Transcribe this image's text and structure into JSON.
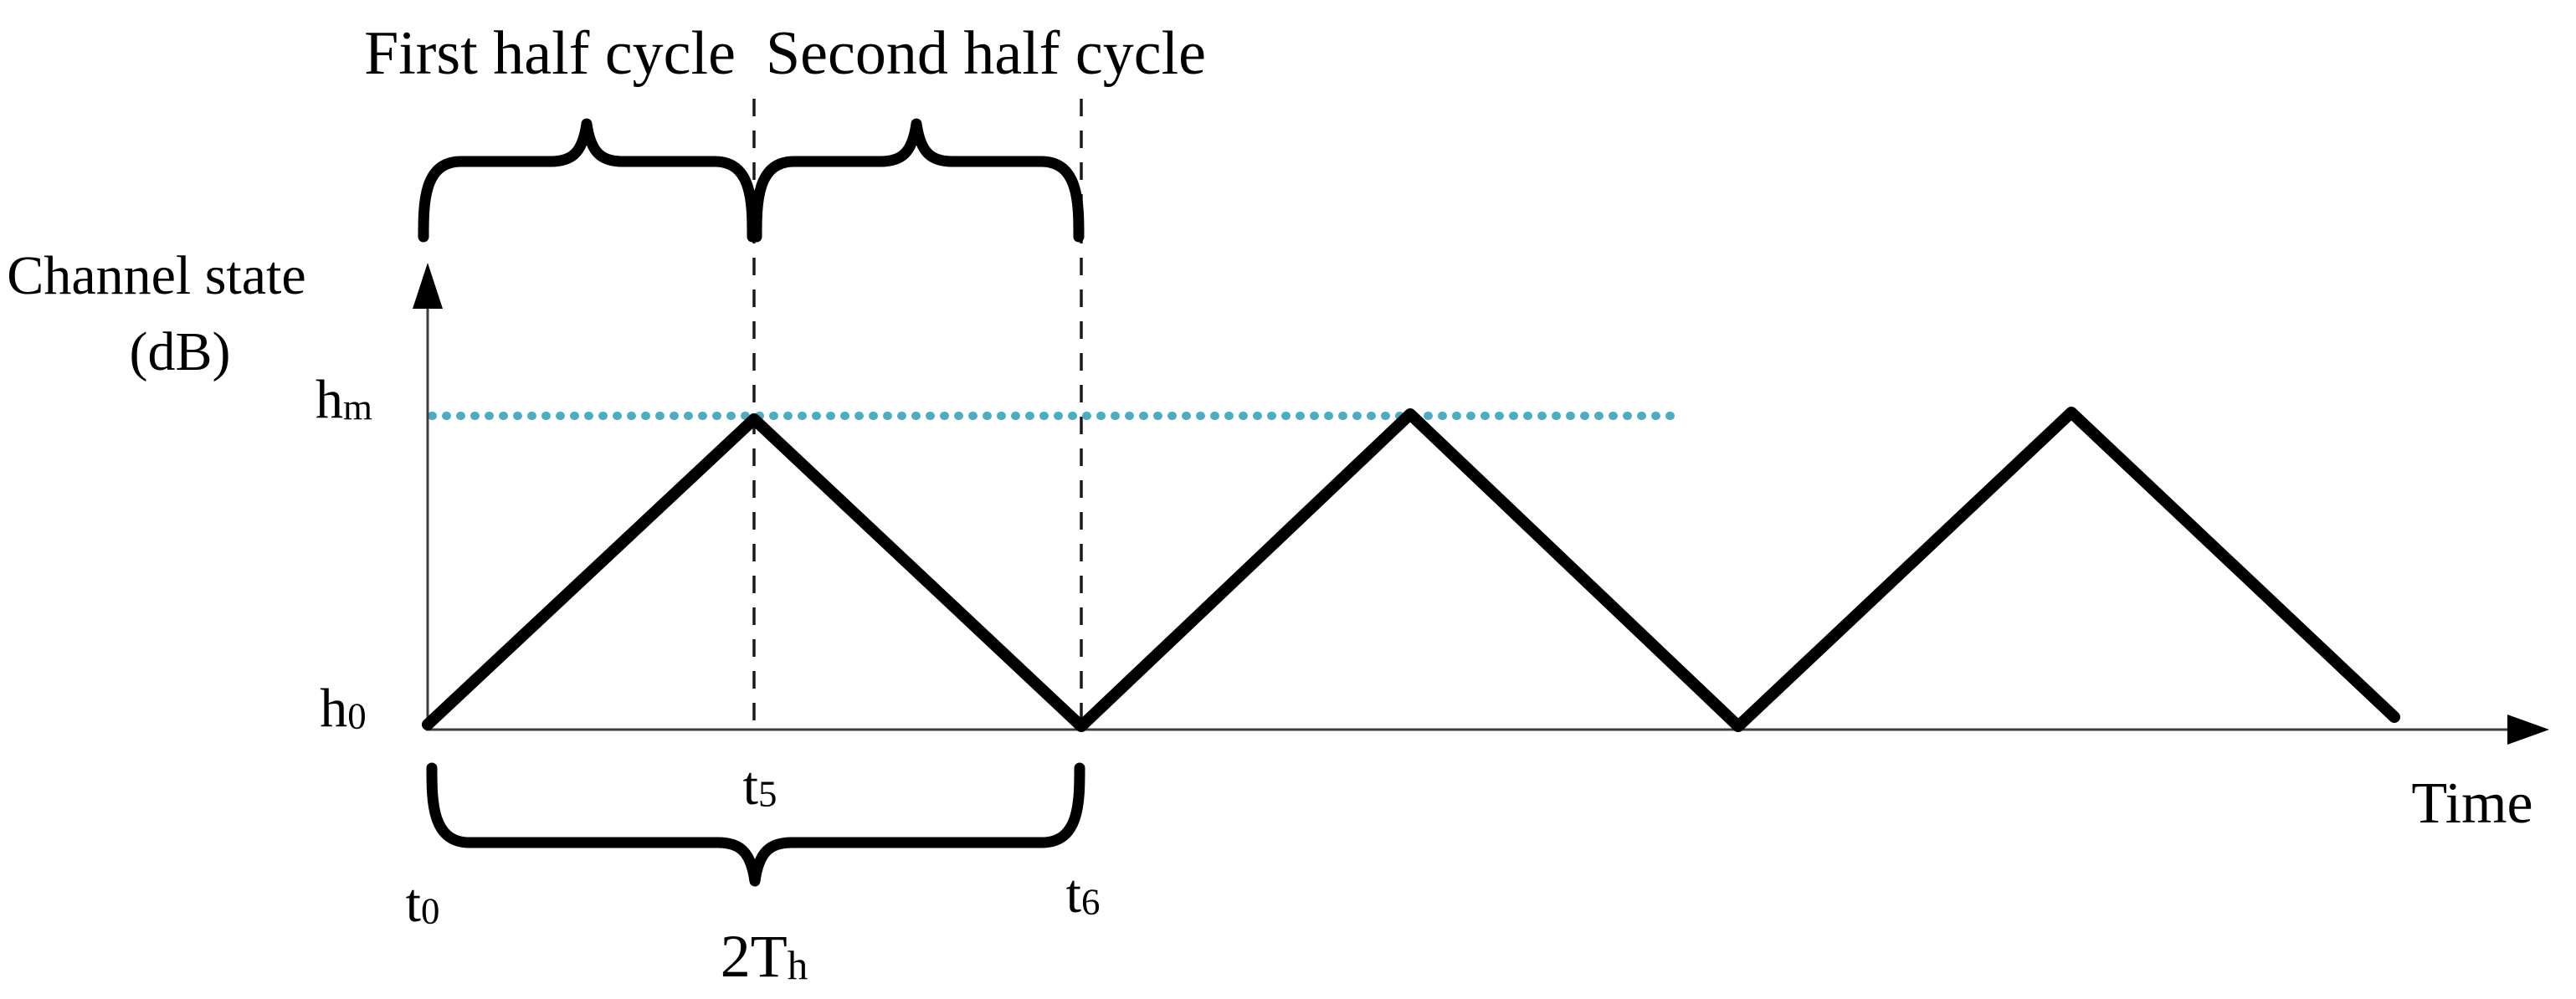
{
  "figure": {
    "annotations": {
      "first_half_cycle": "First half cycle",
      "second_half_cycle": "Second half cycle"
    },
    "y_axis": {
      "title_line1": "Channel state",
      "title_line2": "(dB)",
      "ticks": {
        "hm": {
          "base": "h",
          "sub": "m"
        },
        "h0": {
          "base": "h",
          "sub": "0"
        }
      }
    },
    "x_axis": {
      "title": "Time",
      "ticks": {
        "t0": {
          "base": "t",
          "sub": "0"
        },
        "t5": {
          "base": "t",
          "sub": "5"
        },
        "t6": {
          "base": "t",
          "sub": "6"
        }
      }
    },
    "period_label": {
      "base": "2T",
      "sub": "h"
    },
    "colors": {
      "wave": "#000000",
      "peak_guide_dotted": "#4BACC6",
      "axis": "#3d3d3d",
      "dashed_guide": "#1a1a1a",
      "text": "#000000",
      "background": "#ffffff"
    },
    "chart_data": {
      "type": "line",
      "title": "",
      "xlabel": "Time",
      "ylabel": "Channel state (dB)",
      "x_tick_labels": [
        "t0",
        "t5",
        "t6"
      ],
      "y_tick_labels": [
        "h0",
        "hm"
      ],
      "series": [
        {
          "name": "triangular channel-state wave",
          "x_half_cycle_units": [
            0,
            1,
            2,
            3,
            4,
            5,
            6
          ],
          "y_levels": [
            "h0",
            "hm",
            "h0",
            "hm",
            "h0",
            "hm",
            "h0"
          ]
        }
      ],
      "guides": {
        "horizontal_dotted_at": "hm",
        "vertical_dashed_at": [
          "t5",
          "t6"
        ]
      },
      "brace_annotations": [
        {
          "label": "First half cycle",
          "from": "t0",
          "to": "t5"
        },
        {
          "label": "Second half cycle",
          "from": "t5",
          "to": "t6"
        },
        {
          "label": "2Th",
          "from": "t0",
          "to": "t6"
        }
      ],
      "legend": "none",
      "grid": false
    }
  }
}
